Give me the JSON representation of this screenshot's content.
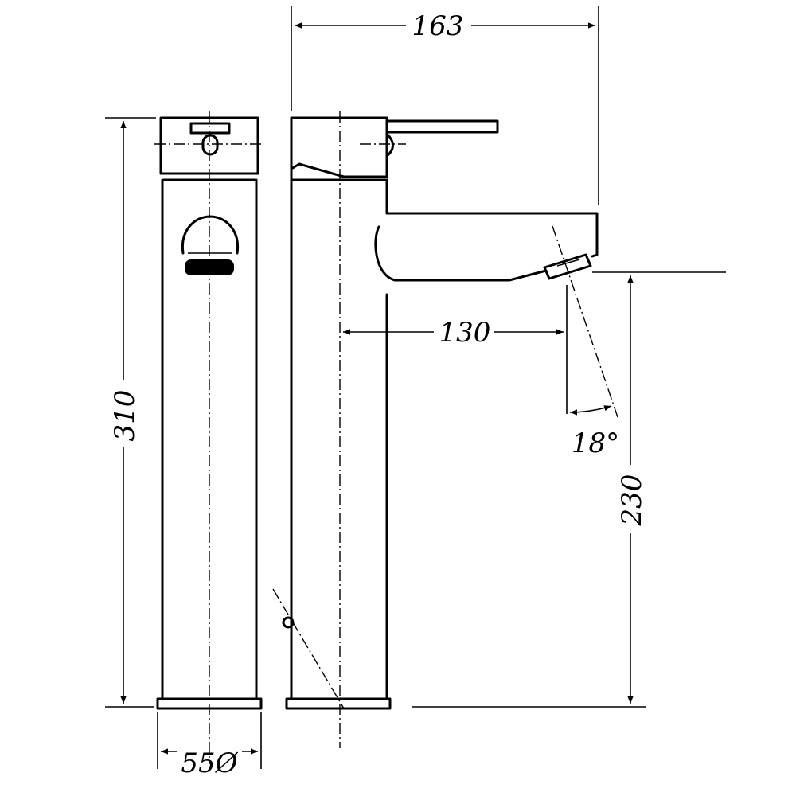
{
  "dimensions": {
    "overall_reach": "163",
    "spout_reach": "130",
    "total_height": "310",
    "spout_height": "230",
    "spray_angle": "18°",
    "base_diameter": "55Ø"
  }
}
